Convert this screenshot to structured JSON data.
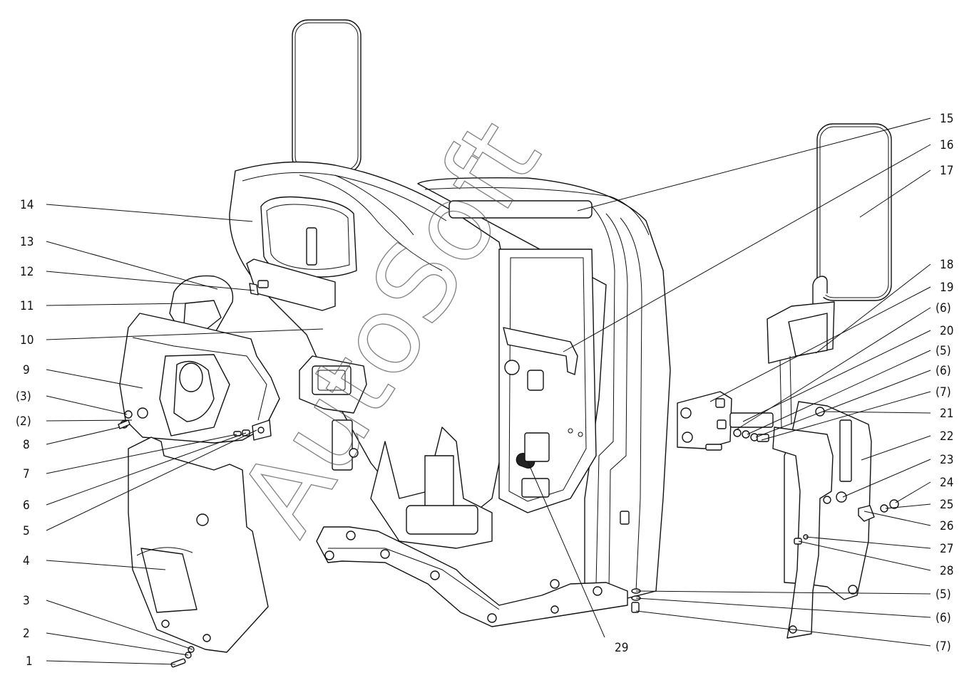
{
  "callouts_left": [
    "14",
    "13",
    "12",
    "11",
    "10",
    "9",
    "(3)",
    "(2)",
    "8",
    "7",
    "6",
    "5",
    "4",
    "3",
    "2",
    "1"
  ],
  "callouts_right": [
    "15",
    "16",
    "17",
    "18",
    "19",
    "(6)",
    "20",
    "(5)",
    "(6)",
    "(7)",
    "21",
    "22",
    "23",
    "24",
    "25",
    "26",
    "27",
    "28",
    "(5)",
    "(6)",
    "(7)"
  ],
  "callout_bottom": "29",
  "watermark": "AutoSoft"
}
